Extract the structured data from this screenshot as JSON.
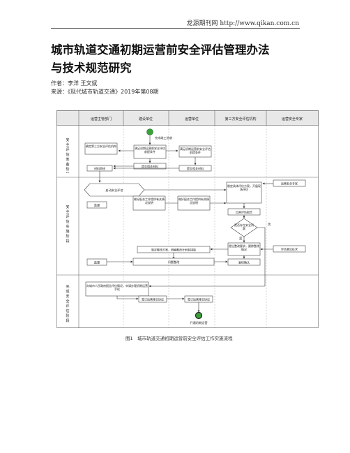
{
  "header": {
    "source_text": "龙源期刊网 http://www.qikan.com.cn"
  },
  "article": {
    "title_line1": "城市轨道交通初期运营前安全评估管理办法",
    "title_line2": "与技术规范研究",
    "authors": "作者：李洋 王文斌",
    "source": "来源：《现代城市轨道交通》2019年第08期"
  },
  "flowchart": {
    "columns": [
      "运营主管部门",
      "建设单位",
      "运营单位",
      "第三方安全评估机构",
      "运营安全专家"
    ],
    "phases": [
      "安全评估筹备阶段",
      "安全评估实施阶段",
      "完成安全评估阶段"
    ],
    "nodes": {
      "start": "完成竣工验收",
      "prep1": "确定第三方安全评估机构",
      "prep2": "满足初期运营前安全评估前提条件",
      "prep3": "满足初期运营前安全评估前提条件",
      "prep4": "材料审核",
      "prep5": "提交相关材料",
      "prep6": "提交相关材料",
      "impl_start": "启动安全评估",
      "supervise1": "监督",
      "impl2": "做好配合工作提供有关情况说明",
      "impl3": "做好配合工作提供有关情况说明",
      "impl4": "制定具体评估方案，开展现场评估",
      "expert1": "运营安全专家",
      "impl5": "出具评估报告",
      "decision": "是否存在安全问题",
      "no_label": "否",
      "yes_label": "是",
      "impl6": "提出整改要求，跟踪整改情况",
      "impl7": "评估意见征求",
      "impl8": "制定整改方案，明确整改计划和措施",
      "supervise2": "监督",
      "impl9": "问题整改",
      "impl10": "复核确认",
      "comp1": "向城市人民政府报告评估情况，申请办理初期运营手续",
      "comp2": "签订运营移交协议",
      "comp3": "签订运营移交协议",
      "end": "开通初期运营"
    }
  },
  "caption": "图1　城市轨道交通初期运营前安全评估工作实施流程"
}
